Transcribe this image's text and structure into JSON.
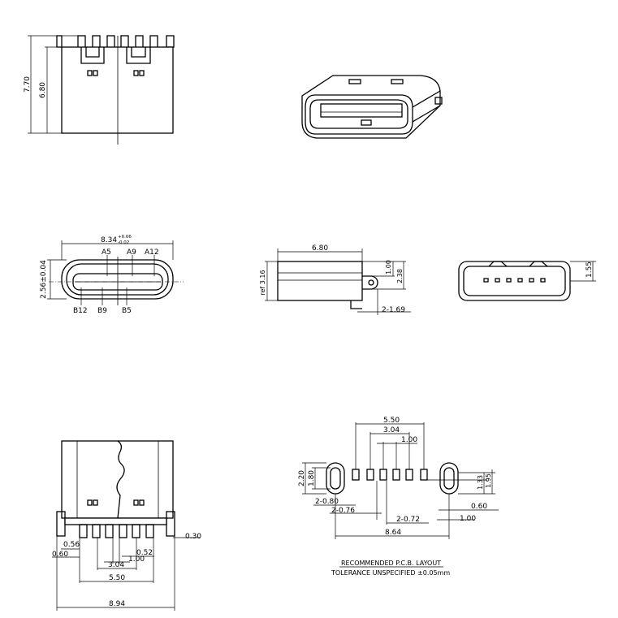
{
  "views": {
    "top": {
      "dims": [
        "7.70",
        "6.80"
      ]
    },
    "front": {
      "width": "8.34",
      "tol_upper": "+0.06",
      "tol_lower": "-0.02",
      "height": "2.56±0.04",
      "pins_top": [
        "A5",
        "A9",
        "A12"
      ],
      "pins_bottom": [
        "B12",
        "B9",
        "B5"
      ]
    },
    "side": {
      "length": "6.80",
      "height_ref": "ref 3.16",
      "d1": "1.00",
      "d2": "2.38",
      "tab": "2-1.69"
    },
    "rear": {
      "dim": "1.55"
    },
    "bottom": {
      "dims": [
        "0.30",
        "0.56",
        "0.60",
        "0.52",
        "3.04",
        "1.00",
        "5.50",
        "8.94"
      ]
    },
    "pcb": {
      "dims": {
        "d550": "5.50",
        "d304": "3.04",
        "d100": "1.00",
        "d220": "2.20",
        "d180": "1.80",
        "d133": "1.33",
        "d195": "1.95",
        "d280": "2-0.80",
        "d276": "2-0.76",
        "d272": "2-0.72",
        "d060": "0.60",
        "d100b": "1.00",
        "d864": "8.64"
      },
      "caption": "RECOMMENDED  P.C.B. LAYOUT",
      "tolerance": "TOLERANCE UNSPECIFIED ±0.05mm"
    }
  }
}
